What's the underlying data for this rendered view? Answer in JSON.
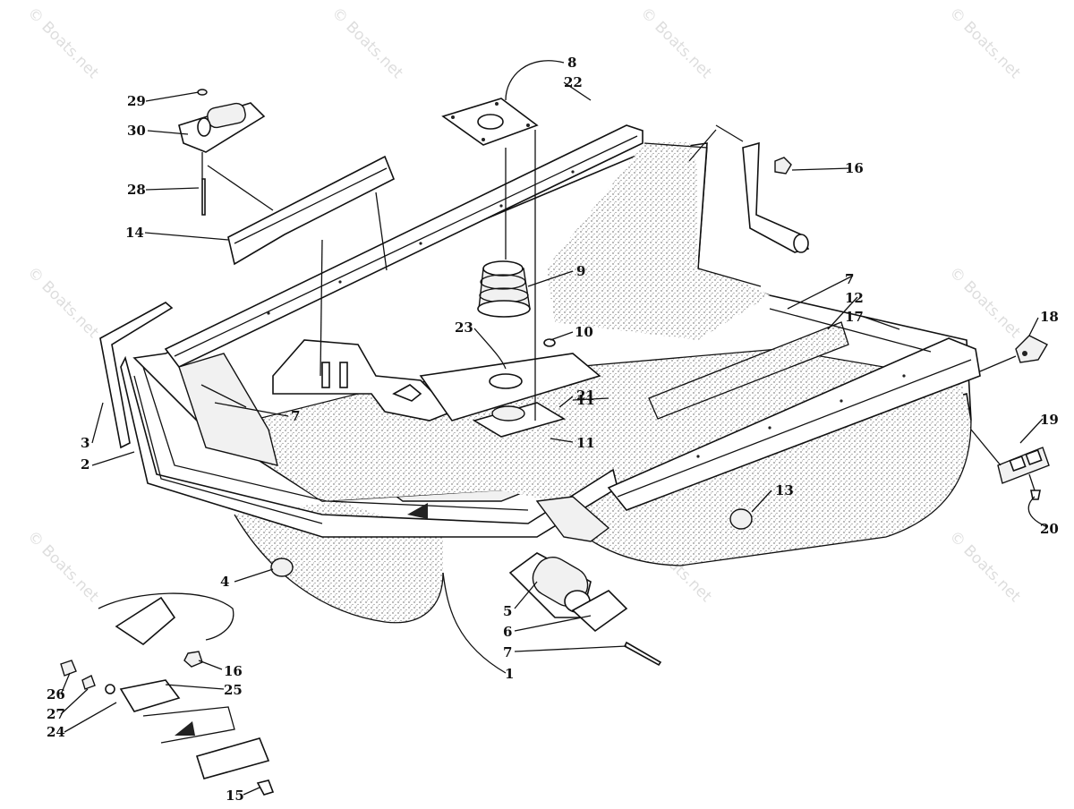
{
  "diagram": {
    "watermark_text": "© Boats.net",
    "callouts": [
      {
        "id": "c1",
        "label": "1"
      },
      {
        "id": "c2",
        "label": "2"
      },
      {
        "id": "c3",
        "label": "3"
      },
      {
        "id": "c4",
        "label": "4"
      },
      {
        "id": "c5",
        "label": "5"
      },
      {
        "id": "c6",
        "label": "6"
      },
      {
        "id": "c7a",
        "label": "7"
      },
      {
        "id": "c7b",
        "label": "7"
      },
      {
        "id": "c7c",
        "label": "7"
      },
      {
        "id": "c8",
        "label": "8"
      },
      {
        "id": "c9",
        "label": "9"
      },
      {
        "id": "c10",
        "label": "10"
      },
      {
        "id": "c11a",
        "label": "11"
      },
      {
        "id": "c11b",
        "label": "11"
      },
      {
        "id": "c12",
        "label": "12"
      },
      {
        "id": "c13",
        "label": "13"
      },
      {
        "id": "c14",
        "label": "14"
      },
      {
        "id": "c15",
        "label": "15"
      },
      {
        "id": "c16a",
        "label": "16"
      },
      {
        "id": "c16b",
        "label": "16"
      },
      {
        "id": "c17",
        "label": "17"
      },
      {
        "id": "c18",
        "label": "18"
      },
      {
        "id": "c19",
        "label": "19"
      },
      {
        "id": "c20",
        "label": "20"
      },
      {
        "id": "c21",
        "label": "21"
      },
      {
        "id": "c22",
        "label": "22"
      },
      {
        "id": "c23",
        "label": "23"
      },
      {
        "id": "c24",
        "label": "24"
      },
      {
        "id": "c25",
        "label": "25"
      },
      {
        "id": "c26",
        "label": "26"
      },
      {
        "id": "c27",
        "label": "27"
      },
      {
        "id": "c28",
        "label": "28"
      },
      {
        "id": "c29",
        "label": "29"
      },
      {
        "id": "c30",
        "label": "30"
      }
    ]
  }
}
